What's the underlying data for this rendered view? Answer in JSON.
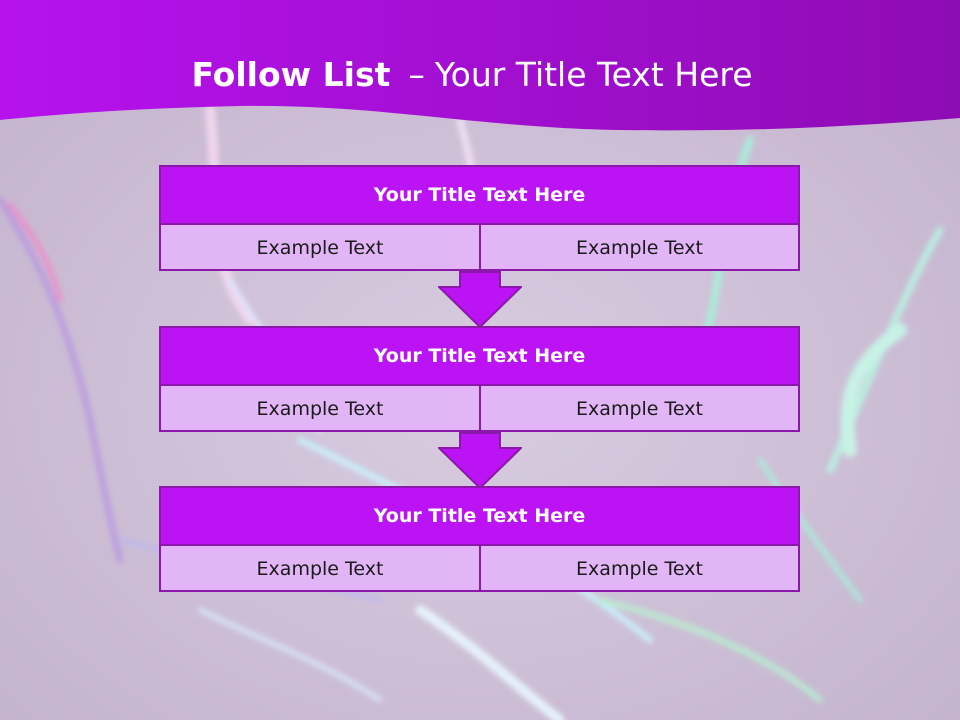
{
  "slide": {
    "title_bold": "Follow List",
    "title_dash": "–",
    "title_rest": "Your Title Text Here"
  },
  "blocks": [
    {
      "title": "Your Title Text Here",
      "left_text": "Example Text",
      "right_text": "Example Text"
    },
    {
      "title": "Your Title Text Here",
      "left_text": "Example Text",
      "right_text": "Example Text"
    },
    {
      "title": "Your Title Text Here",
      "left_text": "Example Text",
      "right_text": "Example Text"
    }
  ],
  "colors": {
    "header": "#b010e8",
    "block_title": "#bb13f4",
    "block_cell": "#e2b6f6",
    "border": "#8a18a8",
    "background": "#cdbfd6"
  },
  "icons": {
    "flow_arrow": "down-arrow-icon"
  }
}
